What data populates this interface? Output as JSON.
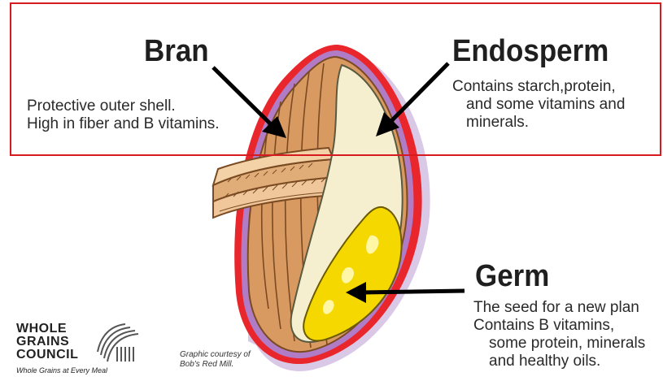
{
  "bran": {
    "title": "Bran",
    "lines": [
      "Protective outer shell.",
      "High in fiber and B vitamins."
    ]
  },
  "endosperm": {
    "title": "Endosperm",
    "lines": [
      "Contains starch,protein,",
      "and some vitamins and",
      "minerals."
    ]
  },
  "germ": {
    "title": "Germ",
    "lines": [
      "The seed for a new plan",
      "Contains B vitamins,",
      "some protein, minerals",
      "and healthy oils."
    ]
  },
  "logo": {
    "line1": "WHOLE",
    "line2": "GRAINS",
    "line3": "COUNCIL",
    "tagline": "Whole Grains at Every Meal"
  },
  "credit": {
    "line1": "Graphic courtesy of",
    "line2": "Bob's Red Mill."
  },
  "colors": {
    "highlight": "#d71920",
    "outline_red": "#e8262c",
    "outline_purple": "#b07cc6",
    "bran": "#d99a62",
    "endosperm": "#f6efcf",
    "germ": "#f5d800"
  }
}
